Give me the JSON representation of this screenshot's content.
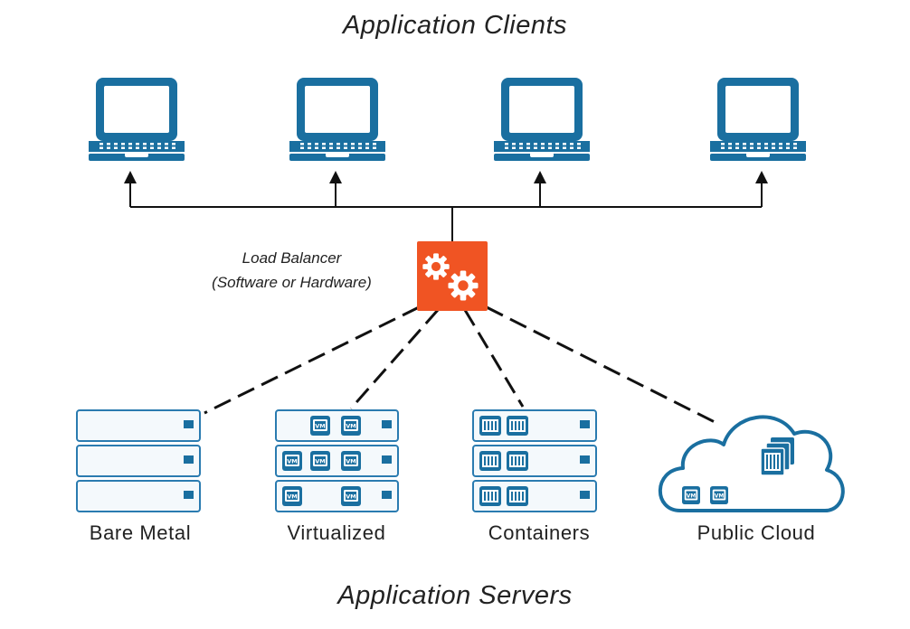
{
  "diagram": {
    "top_title": "Application Clients",
    "bottom_title": "Application Servers",
    "load_balancer": {
      "label_line1": "Load Balancer",
      "label_line2": "(Software or Hardware)",
      "color": "#f05423"
    },
    "clients": [
      "laptop",
      "laptop",
      "laptop",
      "laptop"
    ],
    "servers": [
      {
        "label": "Bare Metal"
      },
      {
        "label": "Virtualized",
        "badge": "VM"
      },
      {
        "label": "Containers"
      },
      {
        "label": "Public Cloud",
        "badge": "VM"
      }
    ],
    "colors": {
      "icon_blue": "#1a6fa0",
      "rack_fill": "#f4f9fc",
      "rack_stroke": "#2a7bb0",
      "cloud_fill": "#ffffff",
      "line": "#111111"
    }
  }
}
